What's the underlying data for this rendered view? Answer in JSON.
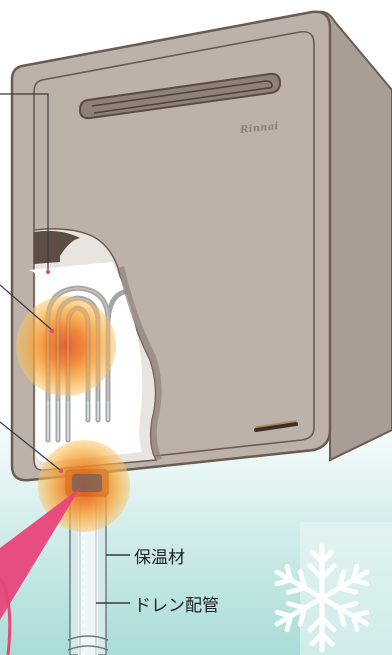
{
  "brand": "Rinnai",
  "labels": {
    "insulation": "保温材",
    "drain_pipe": "ドレン配管"
  },
  "colors": {
    "body": "#bcb2aa",
    "body_side": "#a99e95",
    "outline": "#6b5b52",
    "background_gradient_top": "#ffffff",
    "background_gradient_bottom": "#a9dcd8",
    "heat_highlight": "#f39a2b",
    "accent_pink": "#e8457a"
  },
  "icons": [
    "snowflake-icon",
    "heat-highlight-icon"
  ]
}
